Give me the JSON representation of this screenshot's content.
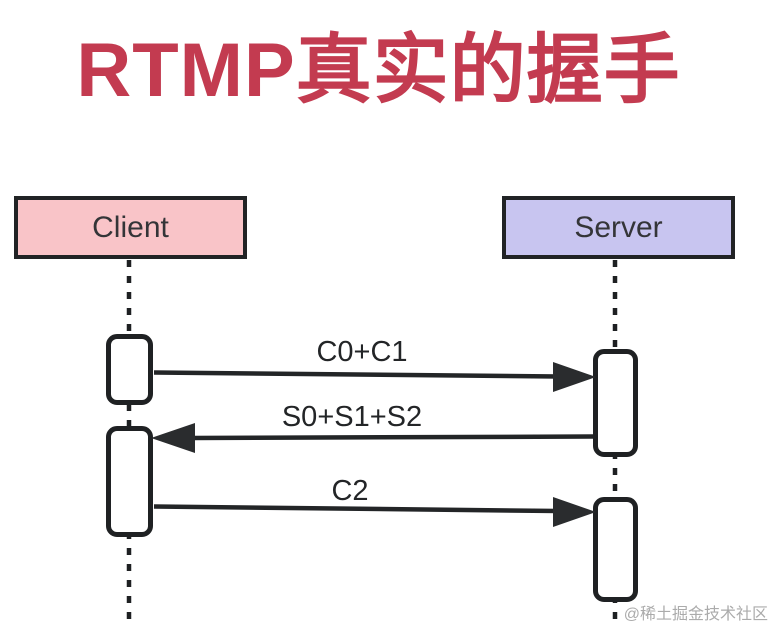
{
  "title": "RTMP真实的握手",
  "actors": [
    {
      "id": "client",
      "label": "Client",
      "fill": "#f9c4c8"
    },
    {
      "id": "server",
      "label": "Server",
      "fill": "#c8c5f0"
    }
  ],
  "messages": [
    {
      "label": "C0+C1",
      "from": "client",
      "to": "server"
    },
    {
      "label": "S0+S1+S2",
      "from": "server",
      "to": "client"
    },
    {
      "label": "C2",
      "from": "client",
      "to": "server"
    }
  ],
  "watermark": "@稀土掘金技术社区",
  "colors": {
    "title": "#c33b50",
    "client_fill": "#f9c4c8",
    "server_fill": "#c8c5f0",
    "line": "#212325",
    "watermark": "#ababab"
  }
}
